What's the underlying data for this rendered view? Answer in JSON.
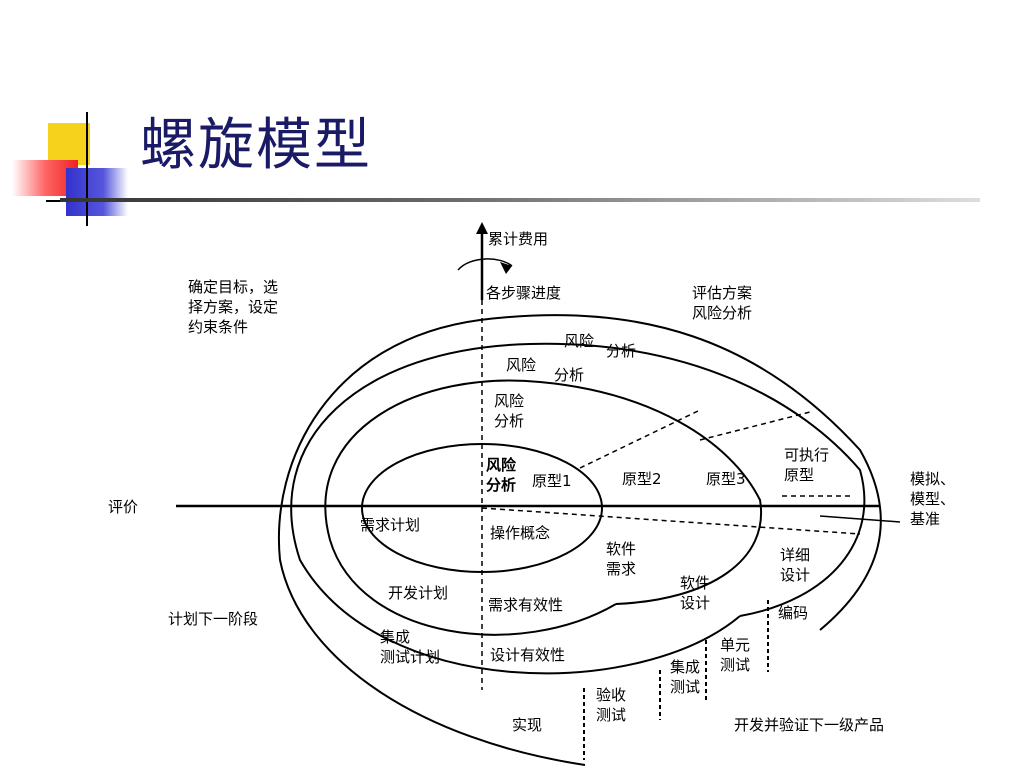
{
  "slide": {
    "title": "螺旋模型"
  },
  "diagram": {
    "axis_top": "累计费用",
    "progress": "各步骤进度",
    "quad_tl": [
      "确定目标，选",
      "择方案，设定",
      "约束条件"
    ],
    "quad_tr": [
      "评估方案",
      "风险分析"
    ],
    "evaluate": "评价",
    "plan_next": "计划下一阶段",
    "deliver": "开发并验证下一级产品",
    "simulate": [
      "模拟、",
      "模型、",
      "基准"
    ],
    "risk_outer": [
      "风险",
      "分析"
    ],
    "risk_mid": [
      "风险",
      "分析"
    ],
    "risk_inner": [
      "风险",
      "分析"
    ],
    "risk_core": [
      "风险",
      "分析"
    ],
    "proto1": "原型1",
    "proto2": "原型2",
    "proto3": "原型3",
    "exec_proto": [
      "可执行",
      "原型"
    ],
    "req_plan": "需求计划",
    "op_concept": "操作概念",
    "sw_req": [
      "软件",
      "需求"
    ],
    "dev_plan": "开发计划",
    "req_valid": "需求有效性",
    "sw_design": [
      "软件",
      "设计"
    ],
    "detail_design": [
      "详细",
      "设计"
    ],
    "coding": "编码",
    "integ_plan": [
      "集成",
      "测试计划"
    ],
    "design_valid": "设计有效性",
    "unit_test": [
      "单元",
      "测试"
    ],
    "integ_test": [
      "集成",
      "测试"
    ],
    "accept_test": [
      "验收",
      "测试"
    ],
    "implement": "实现"
  }
}
